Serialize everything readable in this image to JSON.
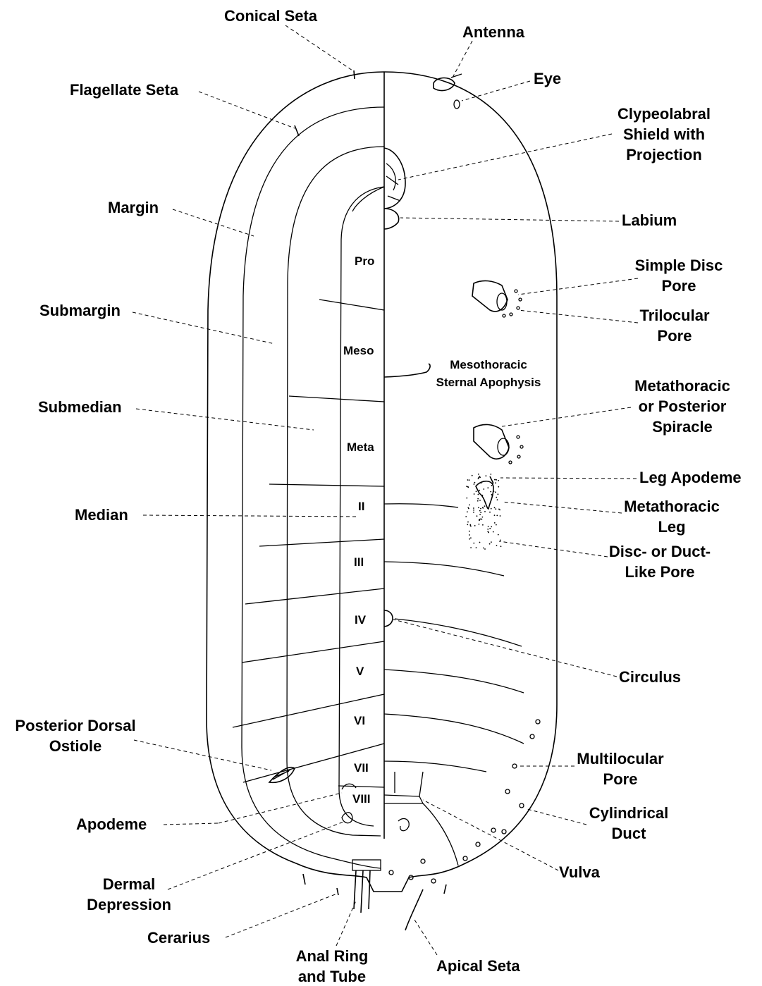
{
  "labels": {
    "conical_seta": "Conical Seta",
    "antenna": "Antenna",
    "eye": "Eye",
    "flagellate_seta": "Flagellate Seta",
    "clypeolabral": [
      "Clypeolabral",
      "Shield with",
      "Projection"
    ],
    "margin": "Margin",
    "labium": "Labium",
    "simple_disc_pore": [
      "Simple Disc",
      "Pore"
    ],
    "submargin": "Submargin",
    "trilocular_pore": [
      "Trilocular",
      "Pore"
    ],
    "mesothoracic_sternal_apophysis": [
      "Mesothoracic",
      "Sternal Apophysis"
    ],
    "submedian": "Submedian",
    "metathoracic_spiracle": [
      "Metathoracic",
      "or Posterior",
      "Spiracle"
    ],
    "leg_apodeme": "Leg Apodeme",
    "median": "Median",
    "metathoracic_leg": [
      "Metathoracic",
      "Leg"
    ],
    "disc_duct_pore": [
      "Disc- or Duct-",
      "Like Pore"
    ],
    "circulus": "Circulus",
    "posterior_dorsal_ostiole": [
      "Posterior Dorsal",
      "Ostiole"
    ],
    "multilocular_pore": [
      "Multilocular",
      "Pore"
    ],
    "cylindrical_duct": [
      "Cylindrical",
      "Duct"
    ],
    "apodeme": "Apodeme",
    "vulva": "Vulva",
    "dermal_depression": [
      "Dermal",
      "Depression"
    ],
    "cerarius": "Cerarius",
    "anal_ring": [
      "Anal Ring",
      "and Tube"
    ],
    "apical_seta": "Apical Seta"
  },
  "segments": [
    "Pro",
    "Meso",
    "Meta",
    "II",
    "III",
    "IV",
    "V",
    "VI",
    "VII",
    "VIII"
  ]
}
